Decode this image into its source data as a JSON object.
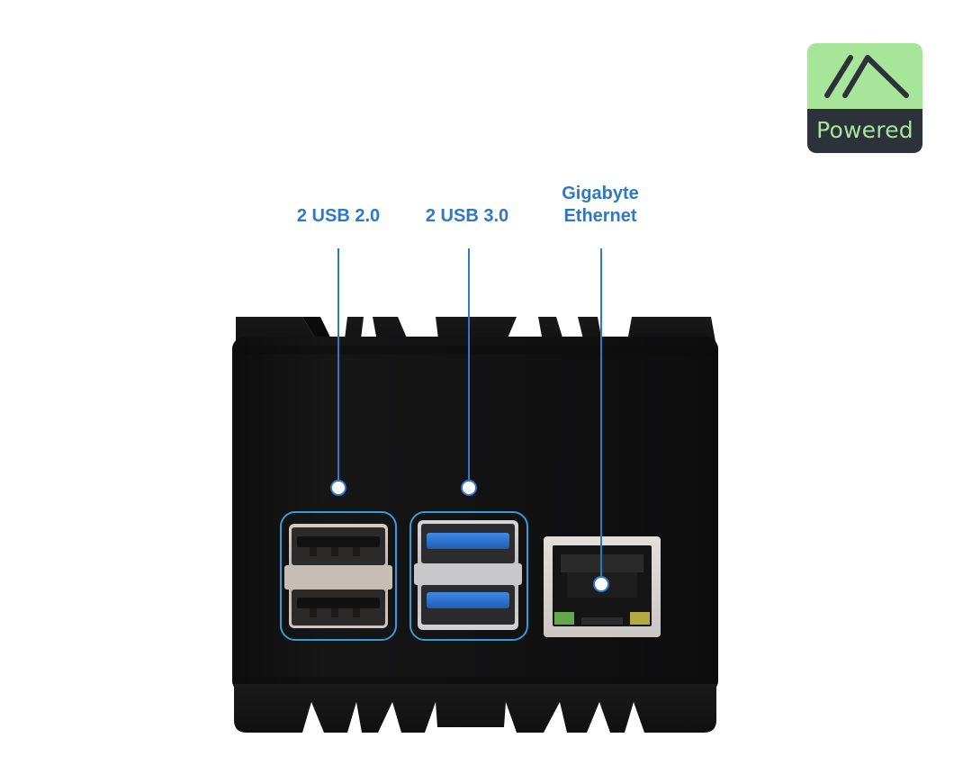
{
  "badge": {
    "label": "Powered",
    "icon": "forward-slash-chevron-icon",
    "colors": {
      "top": "#a7e59a",
      "bottom": "#2d313a",
      "text": "#a7e59a",
      "mark": "#2d313a"
    }
  },
  "callouts": [
    {
      "id": "usb2",
      "text": "2 USB 2.0"
    },
    {
      "id": "usb3",
      "text": "2 USB 3.0"
    },
    {
      "id": "eth",
      "text_line1": "Gigabyte",
      "text_line2": "Ethernet"
    }
  ],
  "colors": {
    "accent": "#2f78c4",
    "body": "#121212",
    "usb3_blue": "#2b6fd1",
    "usb2_shell": "#c7c0bb",
    "eth_shell": "#d3d0cf",
    "led_green": "#64a84e",
    "led_yellow": "#b4aa3d"
  }
}
